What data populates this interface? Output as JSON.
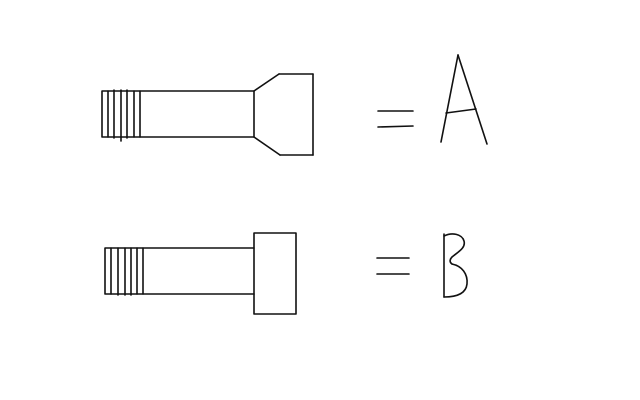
{
  "diagram": {
    "rows": [
      {
        "part": "bolt-tapered-head",
        "equals": "=",
        "label": "A"
      },
      {
        "part": "bolt-square-head",
        "equals": "=",
        "label": "B"
      }
    ],
    "colors": {
      "background": "#ffffff",
      "ink": "#111111"
    }
  }
}
